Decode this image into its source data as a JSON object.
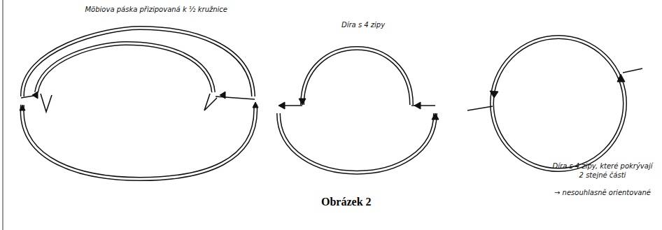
{
  "diagram": {
    "caption": "Obrázek 2",
    "labels": [
      "Möbiova páska přizipovaná k ½ kružnice",
      "Díra s 4 zipy",
      "Díra s 4 zipy, které pokrývají 2 stejné části",
      "→ nesouhlasně orientované"
    ]
  }
}
